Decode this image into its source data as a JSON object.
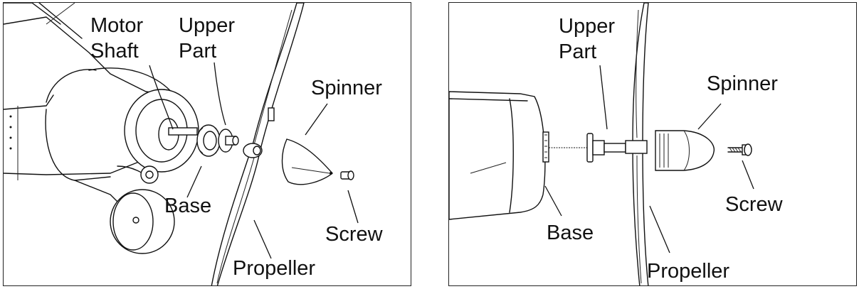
{
  "left_panel": {
    "labels": {
      "motor_shaft": "Motor\nShaft",
      "upper_part": "Upper\nPart",
      "spinner": "Spinner",
      "base": "Base",
      "screw": "Screw",
      "propeller": "Propeller"
    }
  },
  "right_panel": {
    "labels": {
      "upper_part": "Upper\nPart",
      "spinner": "Spinner",
      "base": "Base",
      "screw": "Screw",
      "propeller": "Propeller"
    }
  },
  "colors": {
    "line": "#111111",
    "background": "#ffffff"
  }
}
